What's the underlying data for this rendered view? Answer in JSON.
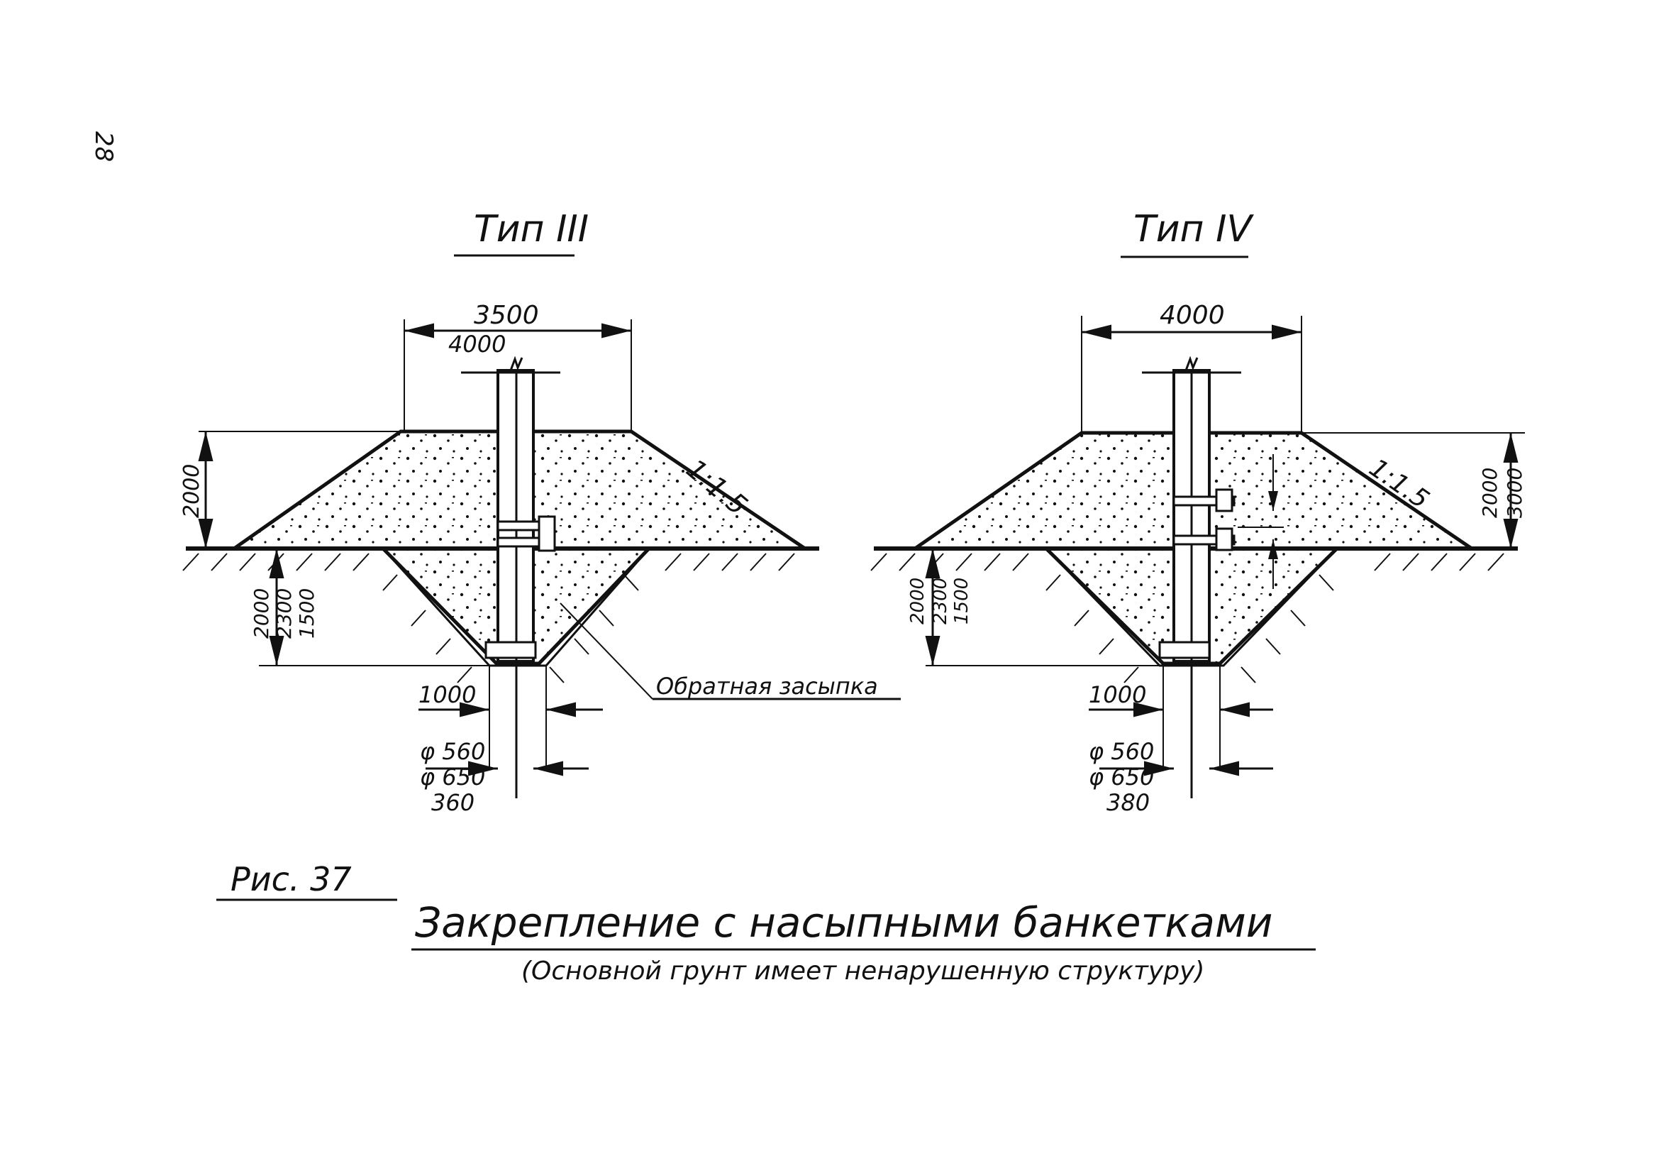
{
  "page_number": "28",
  "type3": {
    "title": "Тип III",
    "top_width_1": "3500",
    "top_width_2": "4000",
    "slope": "1:1.5",
    "height_above": "2000",
    "depth_1": "2000",
    "depth_2": "2300",
    "depth_3": "1500",
    "bottom_width": "1000",
    "diam_1": "φ 560",
    "diam_2": "φ 650",
    "diam_3": "360",
    "backfill_label": "Обратная засыпка"
  },
  "type4": {
    "title": "Тип IV",
    "top_width": "4000",
    "slope": "1:1.5",
    "height_above_1": "2000",
    "height_above_2": "3000",
    "depth_1": "2000",
    "depth_2": "2300",
    "depth_3": "1500",
    "bottom_width": "1000",
    "diam_1": "φ 560",
    "diam_2": "φ 650",
    "diam_3": "380"
  },
  "caption": {
    "figure": "Рис.  37",
    "title": "Закрепление с насыпными банкетками",
    "subtitle": "(Основной грунт имеет ненарушенную структуру)"
  }
}
